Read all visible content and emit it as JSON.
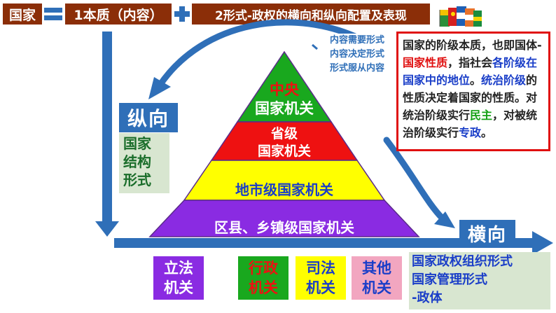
{
  "header": {
    "country": "国家",
    "essence": "1本质（内容）",
    "form": "2形式-政权的横向和纵向配置及表现"
  },
  "pyramid": {
    "central_line1": "中央",
    "central_line2": "国家机关",
    "provincial_line1": "省级",
    "provincial_line2": "国家机关",
    "municipal": "地市级国家机关",
    "county": "区县、乡镇级国家机关"
  },
  "vertical": {
    "title": "纵向",
    "sub_line1": "国家",
    "sub_line2": "结构",
    "sub_line3": "形式"
  },
  "horizontal": {
    "title": "横向",
    "line1": "国家政权组织形式",
    "line2": "国家管理形式",
    "line3": "-政体"
  },
  "content_form_note": {
    "line1": "内容需要形式",
    "line2": "内容决定形式",
    "line3": "形式服从内容"
  },
  "essence_box": {
    "t1": "国家的阶级本质",
    "t2": "，也即",
    "t3": "国体-",
    "t4": "国家性质",
    "t5": "，指社",
    "t6": "会",
    "t7": "各阶级在国家中的地位",
    "t8": "。",
    "t9": "统治阶级",
    "t10": "的性质决定着国家的性质。对统治阶级实行",
    "t11": "民主",
    "t12": "，对被统治阶级实行",
    "t13": "专政",
    "t14": "。"
  },
  "organs": [
    {
      "line1": "立法",
      "line2": "机关"
    },
    {
      "line1": "行政",
      "line2": "机关"
    },
    {
      "line1": "司法",
      "line2": "机关"
    },
    {
      "line1": "其他",
      "line2": "机关"
    }
  ],
  "colors": {
    "header_bg": "#8b2e08",
    "symbol_blue": "#2f6fb8",
    "pyramid_central": "#19a81e",
    "pyramid_provincial": "#ee1111",
    "pyramid_municipal": "#ffff00",
    "pyramid_county": "#8a2be2",
    "essence_border": "#e01010",
    "highlight_red": "#e01010",
    "highlight_blue": "#1a3ec8",
    "highlight_green": "#14a014"
  }
}
